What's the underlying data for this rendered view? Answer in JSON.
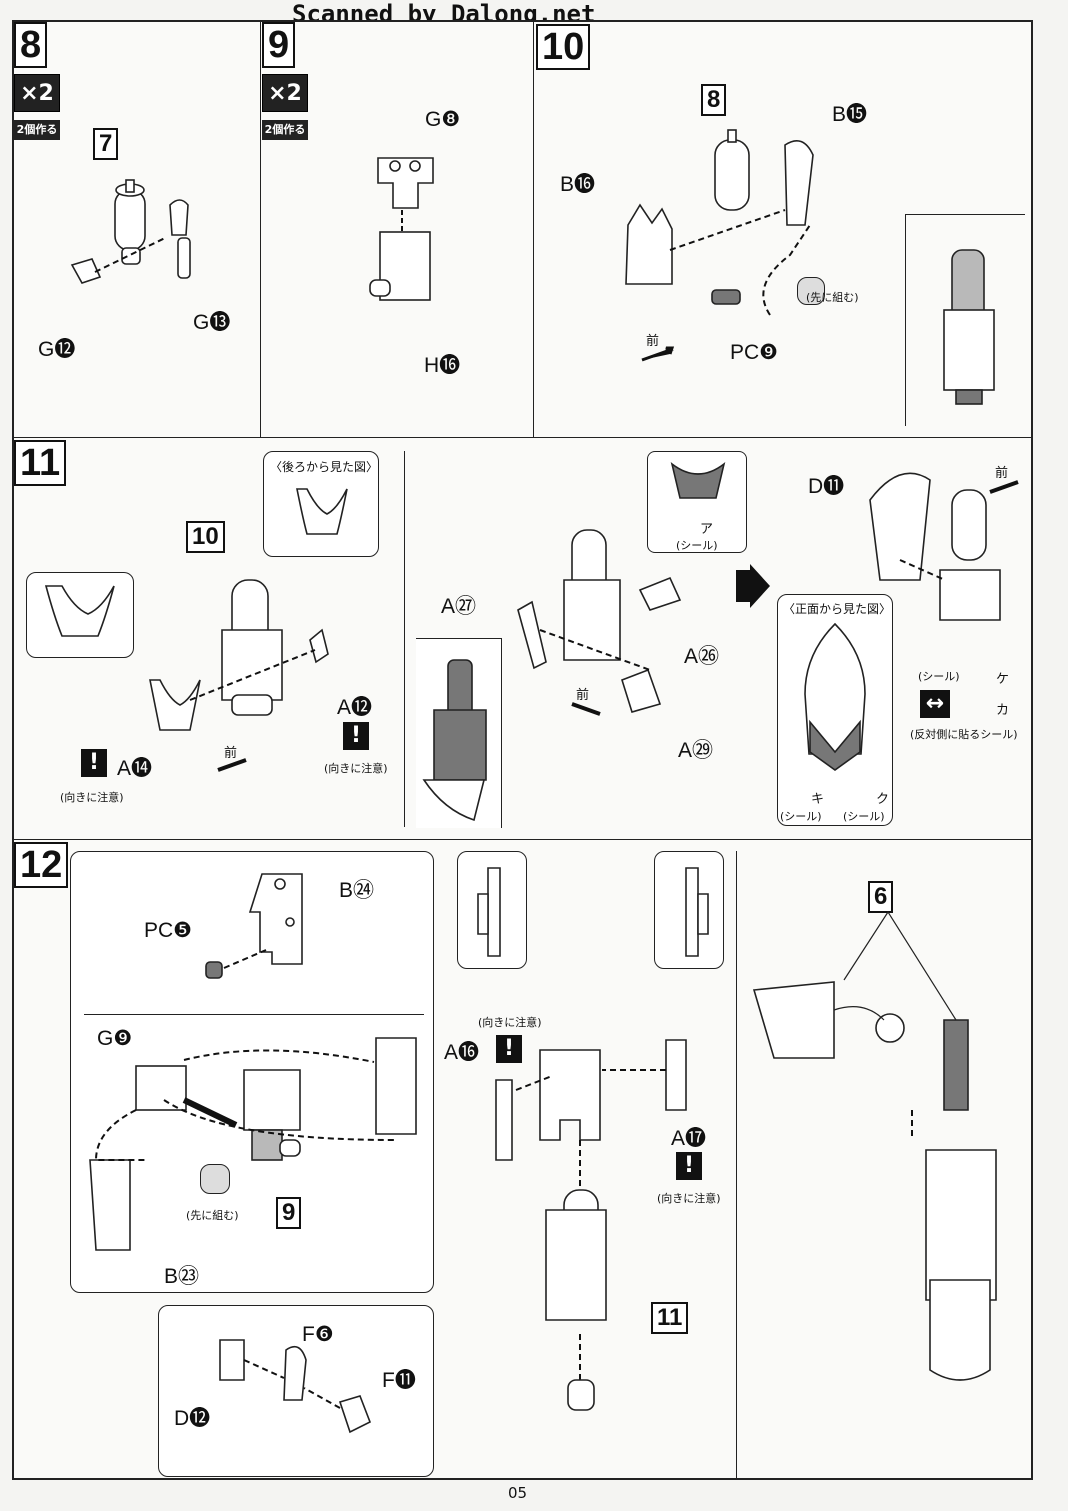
{
  "header": {
    "scan_credit": "Scanned by Dalong.net"
  },
  "footer": {
    "page_number": "05"
  },
  "common": {
    "x2": "×2",
    "make_two": "2個作る",
    "front": "前",
    "caution": "(向きに注意)",
    "sticker": "(シール)",
    "assemble_first": "(先に組む)"
  },
  "step8": {
    "number": "8",
    "ref": "7",
    "labels": [
      "G⓬",
      "G⓭"
    ]
  },
  "step9": {
    "number": "9",
    "labels": [
      "G❽",
      "H⓰"
    ]
  },
  "step10": {
    "number": "10",
    "ref": "8",
    "labels": [
      "B⓯",
      "B⓰",
      "PC❾"
    ]
  },
  "step11": {
    "number": "11",
    "ref": "10",
    "back_view": "〈後ろから見た図〉",
    "front_view": "〈正面から見た図〉",
    "labels": [
      "A⓮",
      "A⓬",
      "A㉗",
      "A㉖",
      "A㉙",
      "D⓫"
    ],
    "stickers": [
      "ア",
      "ケ",
      "カ",
      "キ",
      "ク"
    ],
    "opposite_sticker": "(反対側に貼るシール)"
  },
  "step12": {
    "number": "12",
    "refs": [
      "9",
      "11",
      "6"
    ],
    "labels": [
      "B㉔",
      "PC❺",
      "G❾",
      "B㉓",
      "F❻",
      "F⓫",
      "D⓬",
      "A⓰",
      "A⓱"
    ]
  }
}
